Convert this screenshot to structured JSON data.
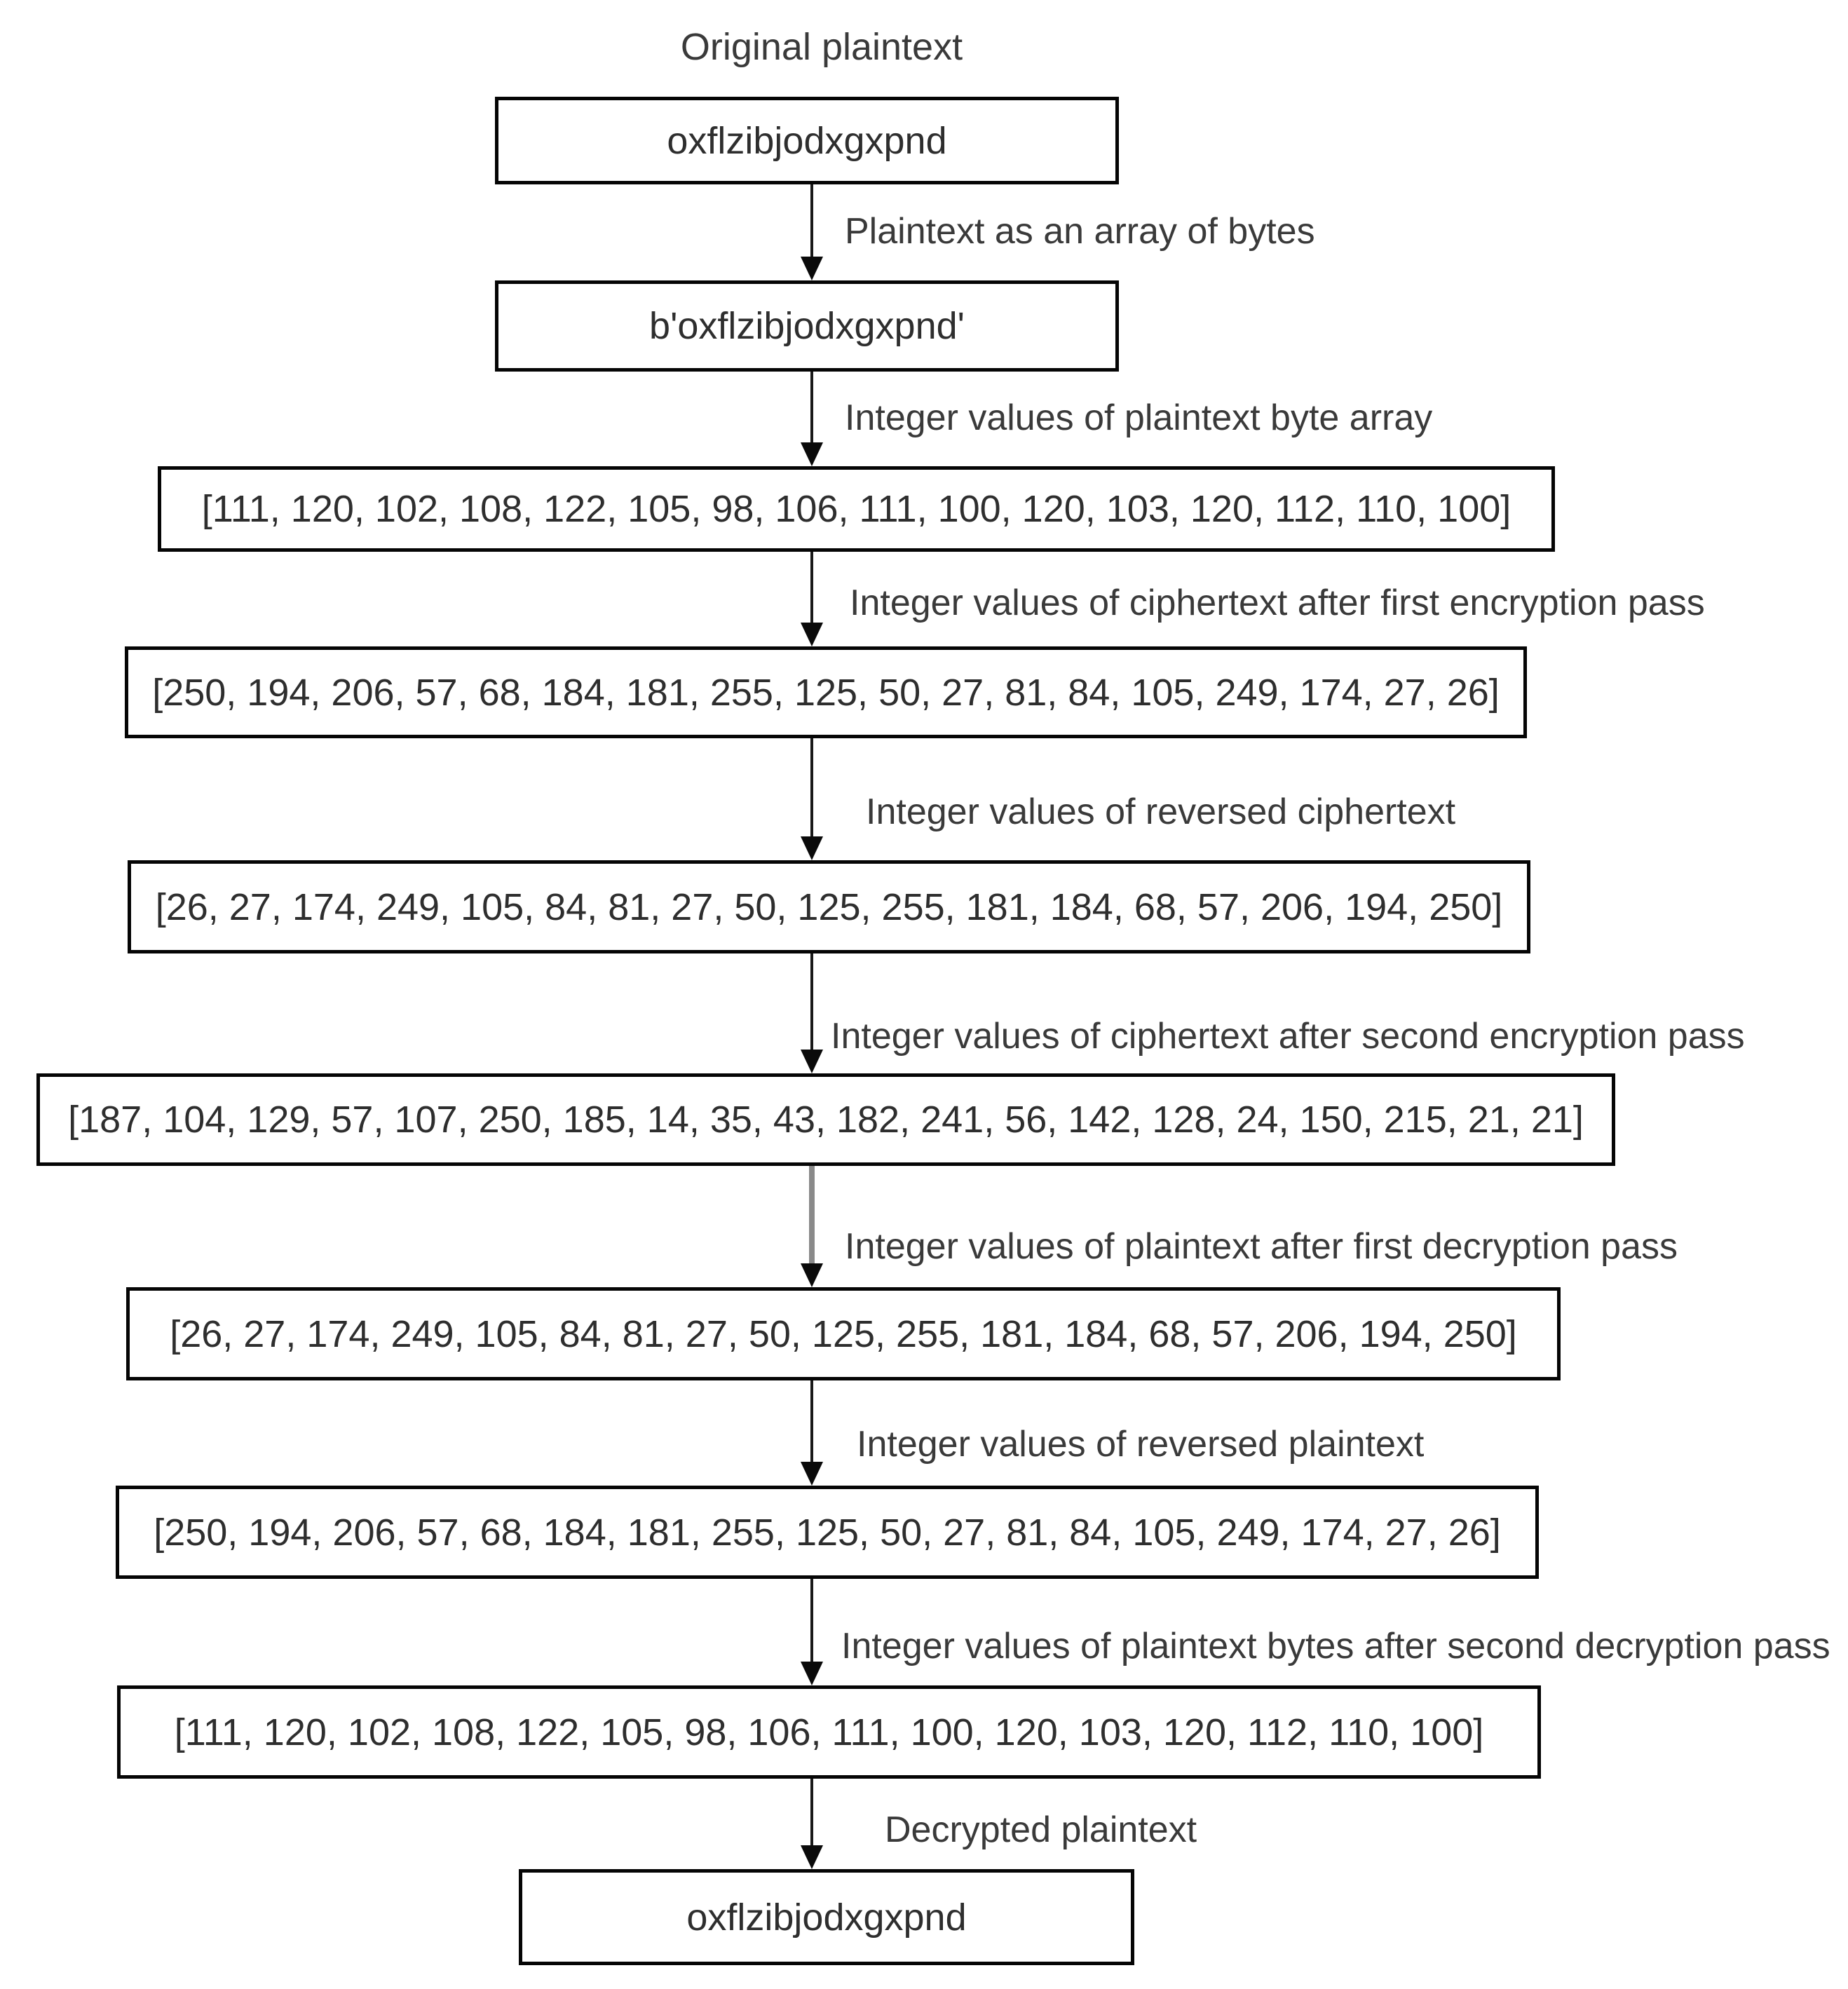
{
  "title": "Original plaintext",
  "colors": {
    "background": "#ffffff",
    "box_border": "#000000",
    "text": "#333333",
    "arrow": "#1a1a1a"
  },
  "flow": {
    "nodes": [
      {
        "name": "original-plaintext",
        "text": "oxflzibjodxgxpnd"
      },
      {
        "name": "plaintext-byte-string",
        "text": "b'oxflzibjodxgxpnd'"
      },
      {
        "name": "plaintext-int-array",
        "text": "[111, 120, 102, 108, 122, 105, 98, 106, 111, 100, 120, 103, 120, 112, 110, 100]"
      },
      {
        "name": "ciphertext-first-pass",
        "text": "[250, 194, 206, 57, 68, 184, 181, 255, 125, 50, 27, 81, 84, 105, 249, 174, 27, 26]"
      },
      {
        "name": "reversed-ciphertext",
        "text": "[26, 27, 174, 249, 105, 84, 81, 27, 50, 125, 255, 181, 184, 68, 57, 206, 194, 250]"
      },
      {
        "name": "ciphertext-second-pass",
        "text": "[187, 104, 129, 57, 107, 250, 185, 14, 35, 43, 182, 241, 56, 142, 128, 24, 150, 215, 21, 21]"
      },
      {
        "name": "plaintext-first-decryption",
        "text": "[26, 27, 174, 249, 105, 84, 81, 27, 50, 125, 255, 181, 184, 68, 57, 206, 194, 250]"
      },
      {
        "name": "reversed-plaintext",
        "text": "[250, 194, 206, 57, 68, 184, 181, 255, 125, 50, 27, 81, 84, 105, 249, 174, 27, 26]"
      },
      {
        "name": "plaintext-second-decryption",
        "text": "[111, 120, 102, 108, 122, 105, 98, 106, 111, 100, 120, 103, 120, 112, 110, 100]"
      },
      {
        "name": "decrypted-plaintext",
        "text": "oxflzibjodxgxpnd"
      }
    ],
    "edge_labels": [
      "Plaintext as an array of bytes",
      "Integer values of plaintext byte array",
      "Integer values of ciphertext after first encryption pass",
      "Integer values of reversed ciphertext",
      "Integer values of ciphertext after second encryption pass",
      "Integer values of plaintext after first decryption pass",
      "Integer values of reversed plaintext",
      "Integer values of plaintext bytes after second decryption pass",
      "Decrypted plaintext"
    ]
  }
}
